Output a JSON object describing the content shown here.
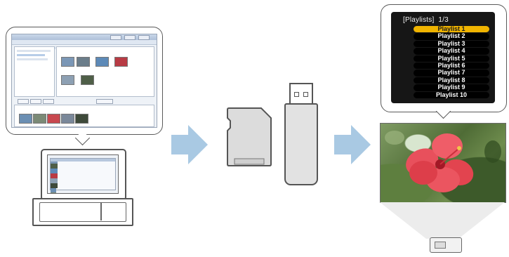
{
  "app_window": {
    "title": "",
    "left_pane_rows": 6,
    "thumbnails_top": [
      "#7b97b6",
      "#6b7d8a",
      "#5d8ab8",
      "#b83b44"
    ],
    "thumbnails_mid": [
      "#8da0b3",
      "#4f5f48"
    ],
    "thumbnails_bottom": [
      "#6b8fb3",
      "#7b8a76",
      "#c8484f",
      "#7a889a",
      "#3e4a3a"
    ]
  },
  "storage": {
    "sd_card_icon": "sd-card-icon",
    "usb_icon": "usb-drive-icon"
  },
  "playlist_menu": {
    "header": "[Playlists]  1/3",
    "items": [
      "Playlist 1",
      "Playlist 2",
      "Playlist 3",
      "Playlist 4",
      "Playlist 5",
      "Playlist 6",
      "Playlist 7",
      "Playlist 8",
      "Playlist 9",
      "Playlist 10"
    ],
    "selected_index": 0,
    "selected_color": "#f0b400",
    "arrow_color": "#f0d000"
  },
  "colors": {
    "arrow": "#a9c9e3",
    "outline": "#555555"
  }
}
